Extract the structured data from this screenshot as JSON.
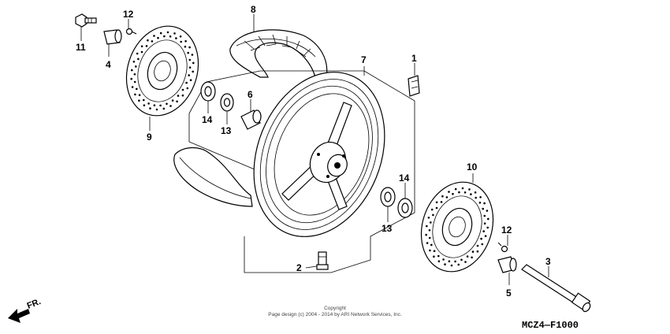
{
  "callouts": {
    "c1": "1",
    "c2": "2",
    "c3": "3",
    "c4": "4",
    "c5": "5",
    "c6": "6",
    "c7": "7",
    "c8": "8",
    "c9": "9",
    "c10": "10",
    "c11": "11",
    "c12a": "12",
    "c12b": "12",
    "c13a": "13",
    "c13b": "13",
    "c14a": "14",
    "c14b": "14"
  },
  "copyright": {
    "line1": "Copyright",
    "line2": "Page design (c) 2004 - 2014 by ARI Network Services, Inc."
  },
  "diagram_code": "MCZ4—F1000",
  "front_indicator": "FR.",
  "icons": {
    "front_arrow": "arrow-left-icon"
  }
}
